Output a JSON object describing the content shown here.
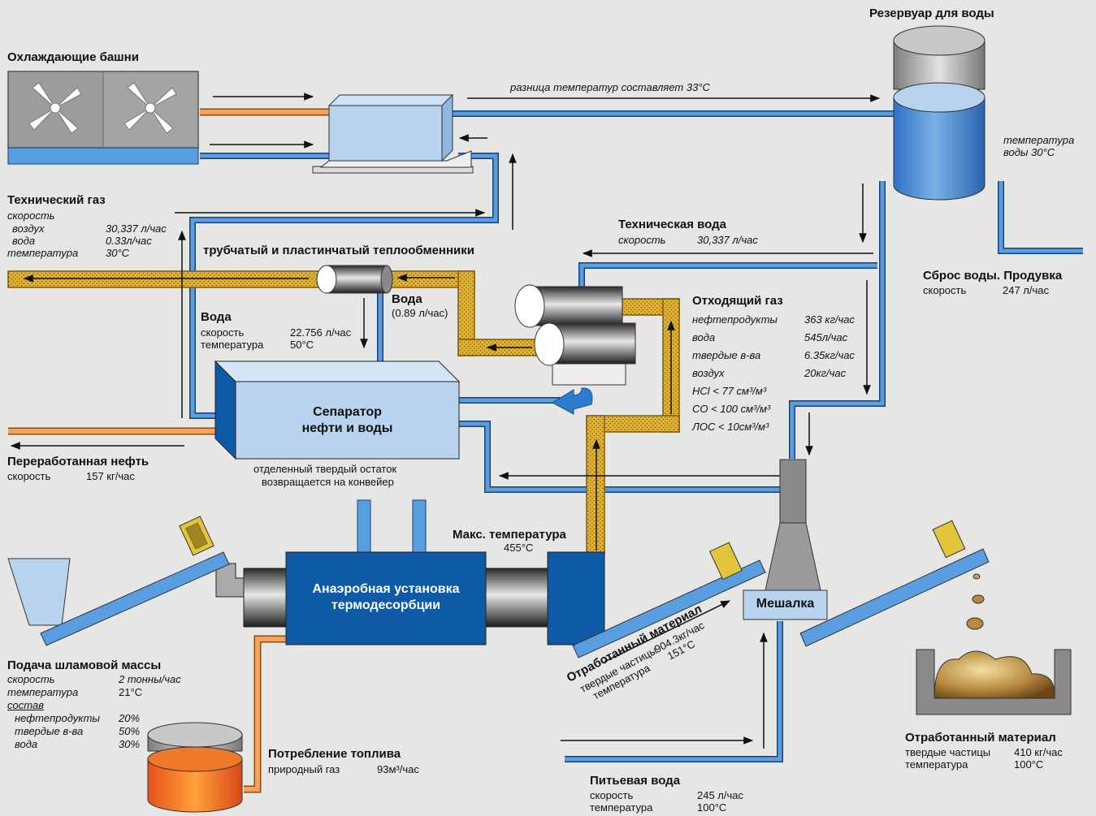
{
  "cooling_towers": {
    "title": "Охлаждающие башни"
  },
  "reservoir": {
    "title": "Резервуар для воды",
    "temp_label": "температура",
    "temp_value": "воды 30°C"
  },
  "temp_diff_note": "разница температур составляет 33°C",
  "process_gas": {
    "title": "Технический газ",
    "speed_label": "скорость",
    "rows": [
      {
        "label": "воздух",
        "value": "30,337 л/час"
      },
      {
        "label": "вода",
        "value": "0.33л/час"
      },
      {
        "label": "температура",
        "value": "30°C"
      }
    ]
  },
  "heat_exchangers": {
    "title": "трубчатый и пластинчатый теплообменники"
  },
  "water_left": {
    "title": "Вода",
    "rows": [
      {
        "label": "скорость",
        "value": "22.756 л/час"
      },
      {
        "label": "температура",
        "value": "50°C"
      }
    ]
  },
  "water_right": {
    "title": "Вода",
    "value": "(0.89 л/час)"
  },
  "tech_water": {
    "title": "Техническая вода",
    "label": "скорость",
    "value": "30,337 л/час"
  },
  "blowdown": {
    "title": "Сброс воды. Продувка",
    "label": "скорость",
    "value": "247 л/час"
  },
  "offgas": {
    "title": "Отходящий газ",
    "rows": [
      {
        "label": "нефтепродукты",
        "value": "363 кг/час"
      },
      {
        "label": "вода",
        "value": "545л/час"
      },
      {
        "label": "твердые в-ва",
        "value": "6.35кг/час"
      },
      {
        "label": "воздух",
        "value": "20кг/час"
      }
    ],
    "limits": [
      "HCl < 77 см³/м³",
      "CO < 100 см³/м³",
      "ЛОС < 10см³/м³"
    ]
  },
  "separator": {
    "line1": "Сепаратор",
    "line2": "нефти и воды"
  },
  "solid_note": {
    "line1": "отделенный твердый остаток",
    "line2": "возвращается на конвейер"
  },
  "recycled_oil": {
    "title": "Переработанная нефть",
    "label": "скорость",
    "value": "157 кг/час"
  },
  "max_temp": {
    "title": "Макс. температура",
    "value": "455°C"
  },
  "unit": {
    "line1": "Анаэробная установка",
    "line2": "термодесорбции"
  },
  "mixer": {
    "label": "Мешалка"
  },
  "sludge_feed": {
    "title": "Подача шламовой массы",
    "rows": [
      {
        "label": "скорость",
        "value": "2 тонны/час"
      },
      {
        "label": "температура",
        "value": "21°C"
      }
    ],
    "composition_label": "состав",
    "composition": [
      {
        "label": "нефтепродукты",
        "value": "20%"
      },
      {
        "label": "твердые в-ва",
        "value": "50%"
      },
      {
        "label": "вода",
        "value": "30%"
      }
    ]
  },
  "fuel": {
    "title": "Потребление топлива",
    "label": "природный газ",
    "value": "93м³/час"
  },
  "spent_rotated": {
    "title": "Отработанный материал",
    "l1": "твердые частицы",
    "v1": "904.3кг/час",
    "l2": "температура",
    "v2": "151°C"
  },
  "drinking_water": {
    "title": "Питьевая вода",
    "rows": [
      {
        "label": "скорость",
        "value": "245 л/час"
      },
      {
        "label": "температура",
        "value": "100°C"
      }
    ]
  },
  "spent_right": {
    "title": "Отработанный материал",
    "rows": [
      {
        "label": "твердые частицы",
        "value": "410 кг/час"
      },
      {
        "label": "температура",
        "value": "100°C"
      }
    ]
  },
  "colors": {
    "pipe_water": "#4f8fd6",
    "pipe_oil": "#f3a35a",
    "pipe_gas": "#e3b333",
    "unit_blue": "#0e5aa7",
    "light_blue": "#b7d3ee"
  }
}
